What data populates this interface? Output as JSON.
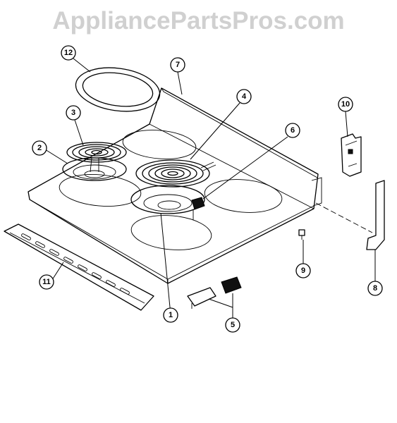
{
  "watermark": "AppliancePartsPros.com",
  "callouts": [
    {
      "id": "callout-12",
      "label": "12"
    },
    {
      "id": "callout-7",
      "label": "7"
    },
    {
      "id": "callout-3",
      "label": "3"
    },
    {
      "id": "callout-4",
      "label": "4"
    },
    {
      "id": "callout-10",
      "label": "10"
    },
    {
      "id": "callout-2",
      "label": "2"
    },
    {
      "id": "callout-6",
      "label": "6"
    },
    {
      "id": "callout-11",
      "label": "11"
    },
    {
      "id": "callout-9",
      "label": "9"
    },
    {
      "id": "callout-8",
      "label": "8"
    },
    {
      "id": "callout-1",
      "label": "1"
    },
    {
      "id": "callout-5",
      "label": "5"
    }
  ]
}
